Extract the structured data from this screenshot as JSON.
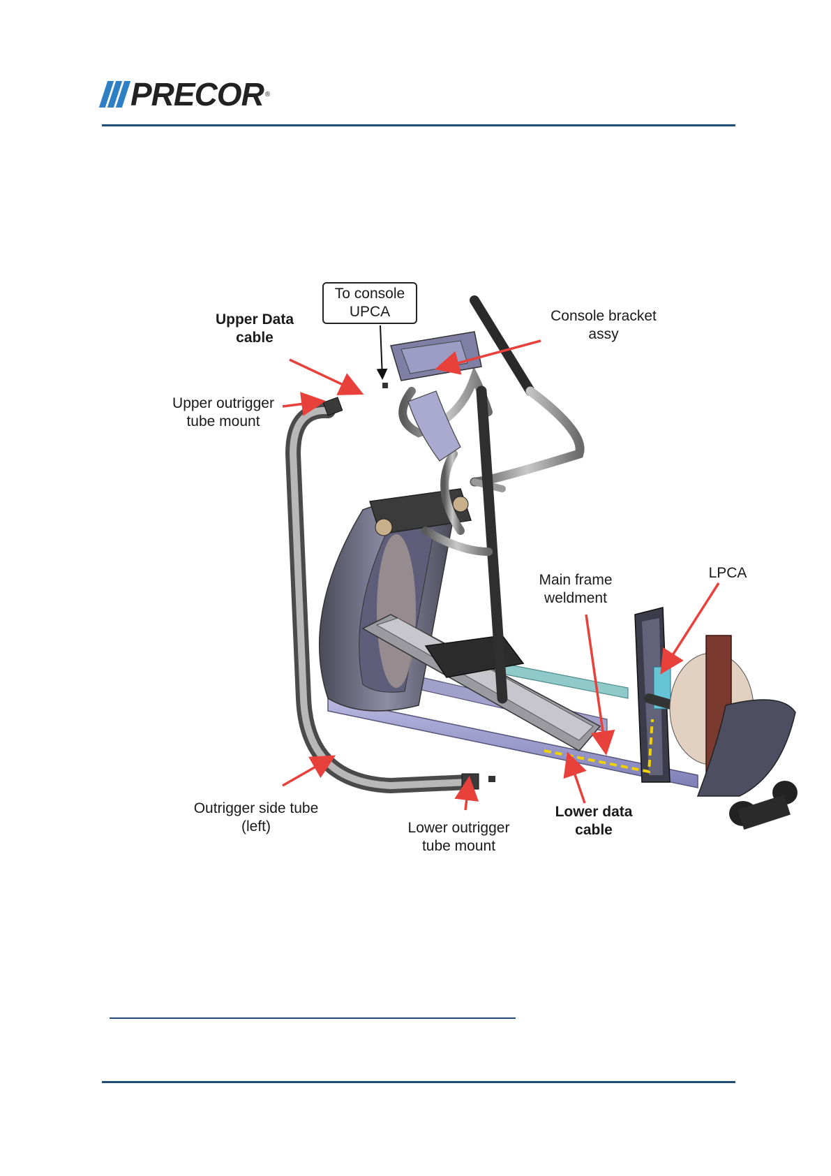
{
  "header": {
    "brand": "PRECOR",
    "brand_color": "#2f7fc4",
    "rule_color": "#1f4e79"
  },
  "figure": {
    "callout_box": {
      "line1": "To console",
      "line2": "UPCA"
    },
    "labels": {
      "upper_data_cable": {
        "line1": "Upper Data",
        "line2": "cable"
      },
      "upper_outrigger_mount": {
        "line1": "Upper outrigger",
        "line2": "tube mount"
      },
      "console_bracket": {
        "line1": "Console bracket",
        "line2": "assy"
      },
      "main_frame": {
        "line1": "Main frame",
        "line2": "weldment"
      },
      "lpca": "LPCA",
      "outrigger_side_tube": {
        "line1": "Outrigger side tube",
        "line2": "(left)"
      },
      "lower_outrigger_mount": {
        "line1": "Lower outrigger",
        "line2": "tube mount"
      },
      "lower_data_cable": {
        "line1": "Lower data",
        "line2": "cable"
      }
    },
    "arrow_color": "#e8403a"
  }
}
